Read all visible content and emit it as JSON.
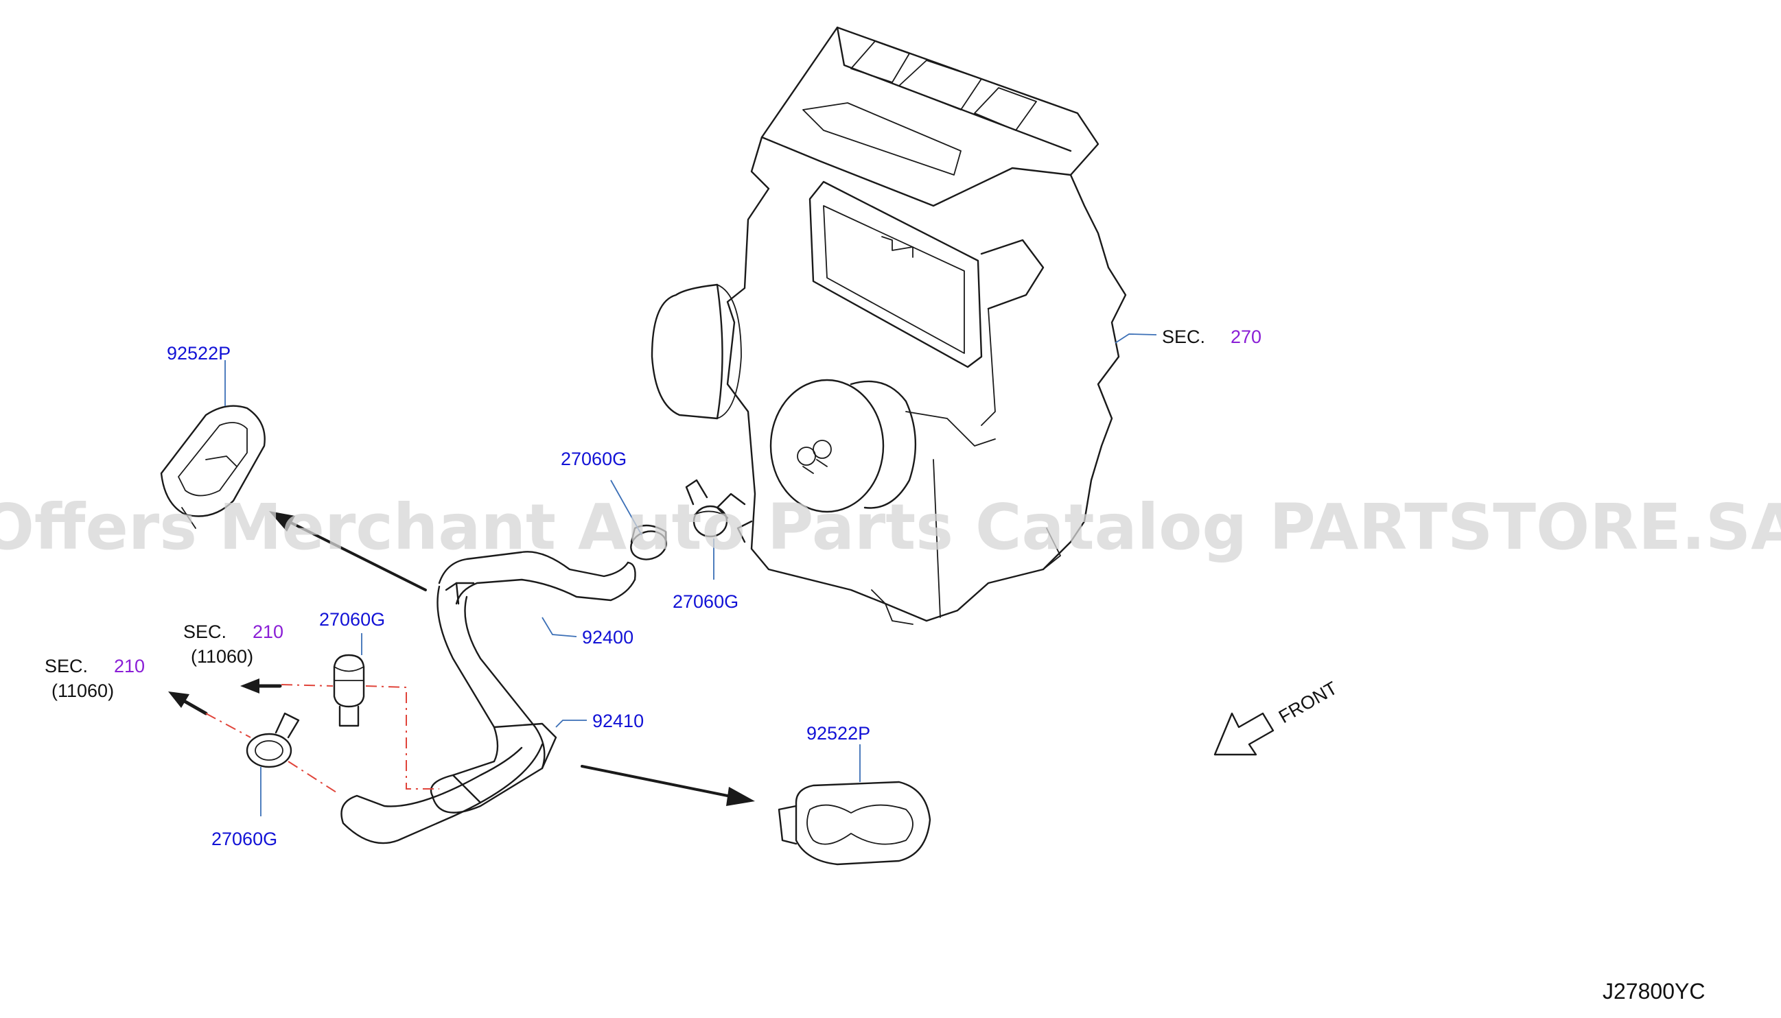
{
  "watermark": "Offers Merchant Auto Parts Catalog PARTSTORE.SA",
  "diagram_code": "J27800YC",
  "front_label": "FRONT",
  "sec_prefix": "SEC.",
  "parts": {
    "grommet_top": "92522P",
    "grommet_bottom": "92522P",
    "clamp_upper_left": "27060G",
    "clamp_upper_right": "27060G",
    "clamp_mid": "27060G",
    "clamp_lower": "27060G",
    "hose_upper": "92400",
    "hose_lower": "92410"
  },
  "sections": {
    "heater_unit": {
      "num": "270"
    },
    "engine_upper": {
      "num": "210",
      "sub": "(11060)"
    },
    "engine_lower": {
      "num": "210",
      "sub": "(11060)"
    }
  },
  "colors": {
    "part_number": "#1212d6",
    "section_number": "#8a1ed6",
    "leader": "#3b6fb6",
    "dash_line": "#e0443a"
  }
}
